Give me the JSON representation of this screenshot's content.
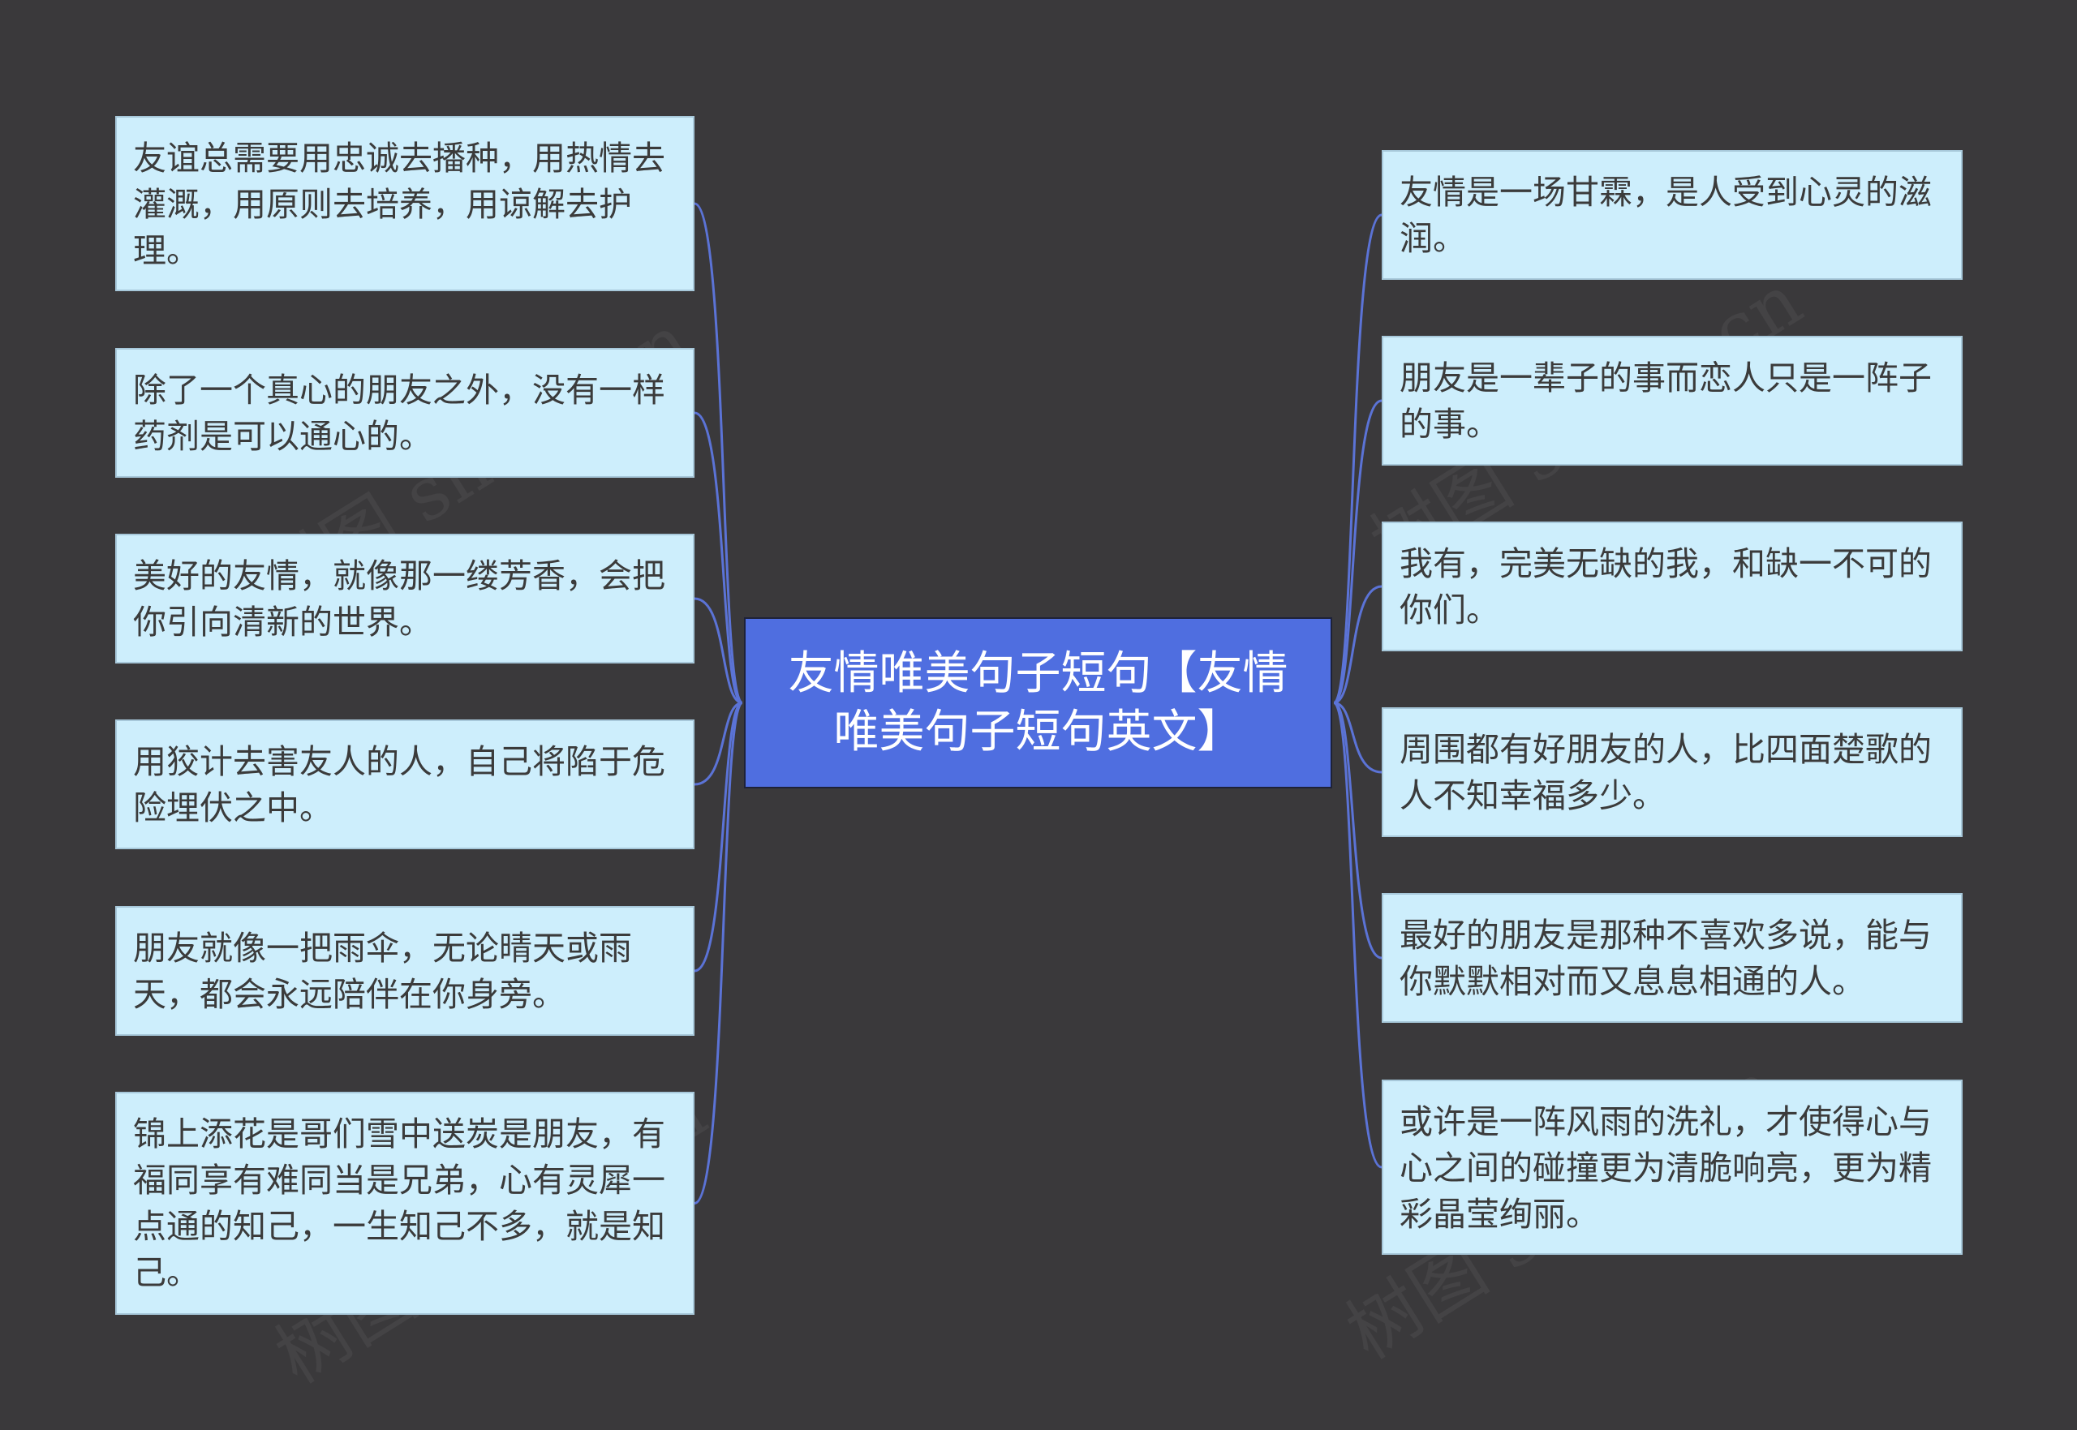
{
  "center": "友情唯美句子短句【友情唯美句子短句英文】",
  "left": [
    "友谊总需要用忠诚去播种，用热情去灌溉，用原则去培养，用谅解去护理。",
    "除了一个真心的朋友之外，没有一样药剂是可以通心的。",
    "美好的友情，就像那一缕芳香，会把你引向清新的世界。",
    "用狡计去害友人的人，自己将陷于危险埋伏之中。",
    "朋友就像一把雨伞，无论晴天或雨天，都会永远陪伴在你身旁。",
    "锦上添花是哥们雪中送炭是朋友，有福同享有难同当是兄弟，心有灵犀一点通的知己，一生知己不多，就是知己。"
  ],
  "right": [
    "友情是一场甘霖，是人受到心灵的滋润。",
    "朋友是一辈子的事而恋人只是一阵子的事。",
    "我有，完美无缺的我，和缺一不可的你们。",
    "周围都有好朋友的人，比四面楚歌的人不知幸福多少。",
    "最好的朋友是那种不喜欢多说，能与你默默相对而又息息相通的人。",
    "或许是一阵风雨的洗礼，才使得心与心之间的碰撞更为清脆响亮，更为精彩晶莹绚丽。"
  ],
  "watermark": "树图 shutu.cn",
  "colors": {
    "background": "#3a393b",
    "center": "#4f6ee0",
    "node": "#cdeefc",
    "link": "#5b73d6"
  }
}
